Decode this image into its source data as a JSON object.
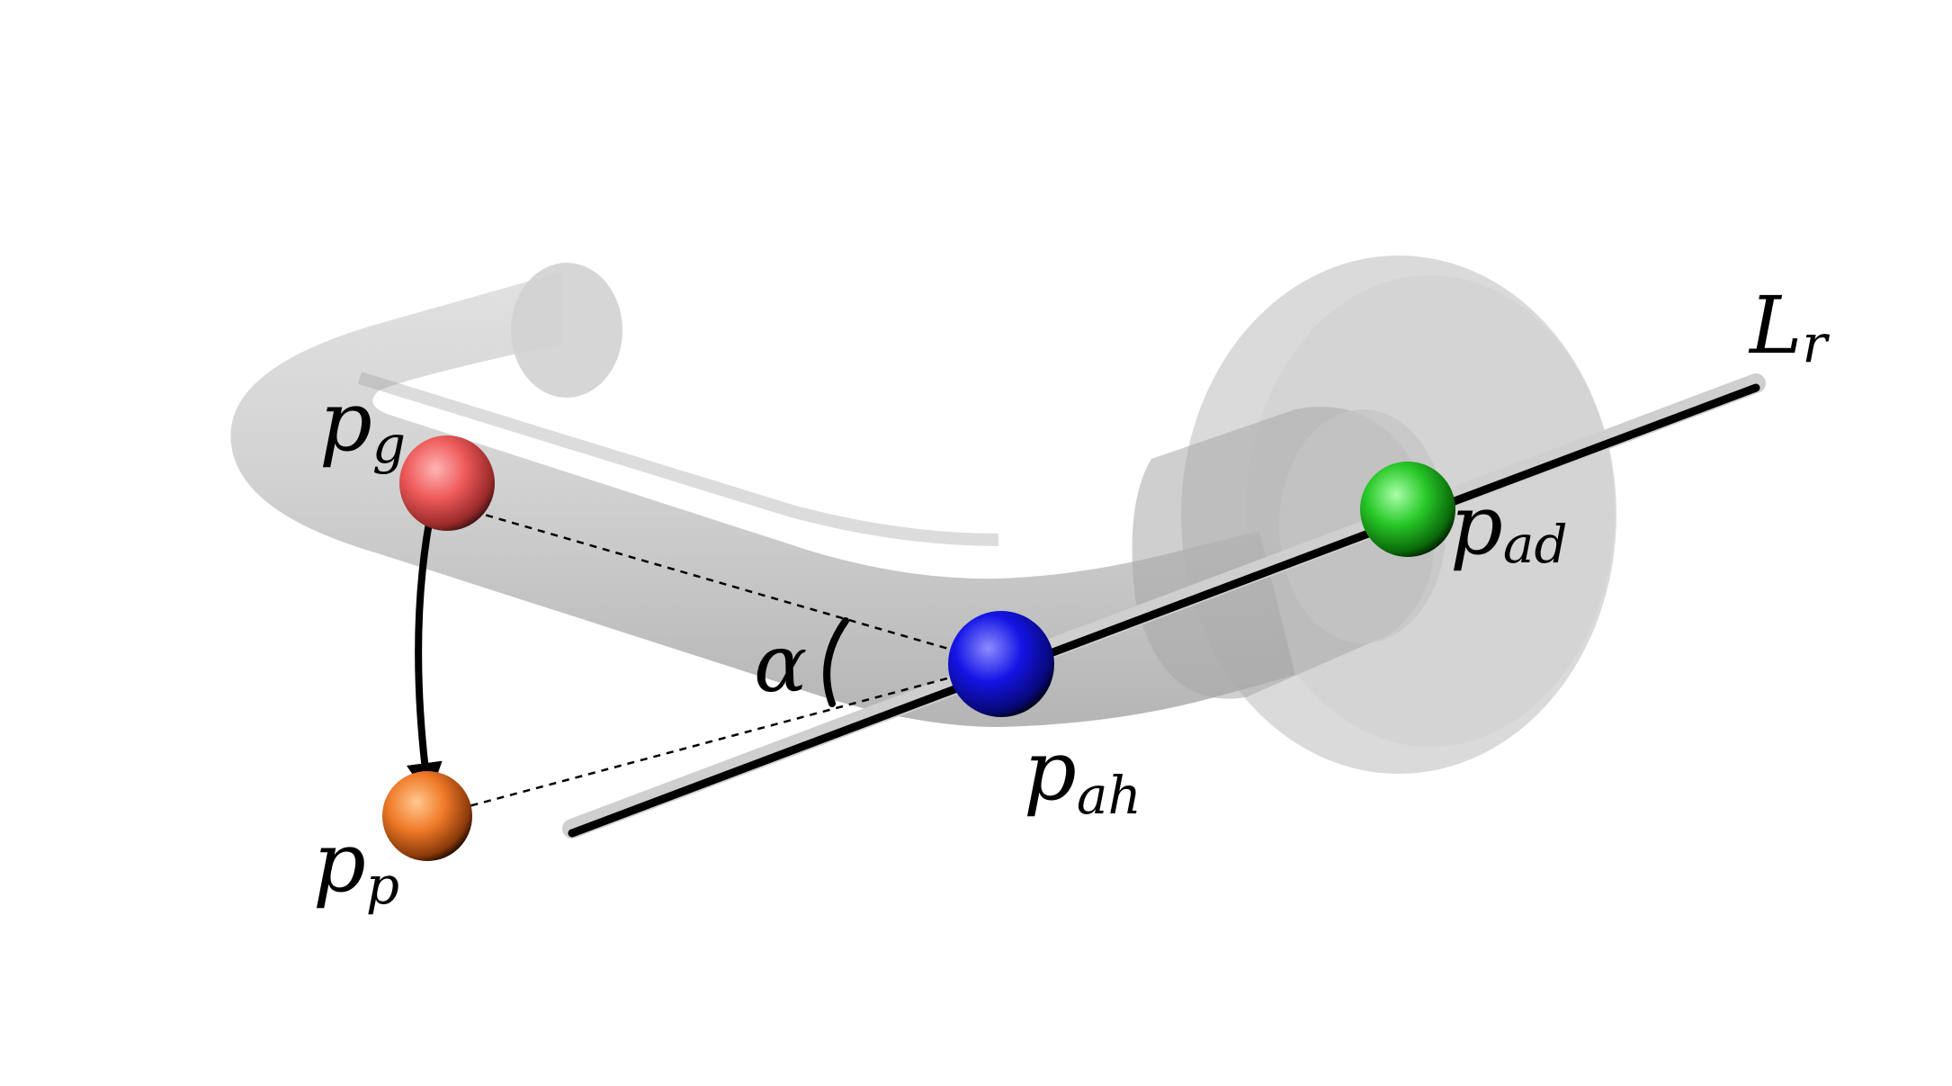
{
  "labels": {
    "pg": {
      "base": "p",
      "sub": "g"
    },
    "pp": {
      "base": "p",
      "sub": "p"
    },
    "pah": {
      "base": "p",
      "sub": "ah"
    },
    "pad": {
      "base": "p",
      "sub": "ad"
    },
    "Lr": {
      "base": "L",
      "sub": "r"
    },
    "alpha": "α"
  },
  "colors": {
    "background": "#ffffff",
    "handle_fill": "#c8c8c8",
    "rose_fill": "#b4b4b4",
    "axis_line": "#000000",
    "point_pg": "#ee5a5a",
    "point_pp": "#f07a28",
    "point_pah": "#1414e6",
    "point_pad": "#28c828"
  }
}
